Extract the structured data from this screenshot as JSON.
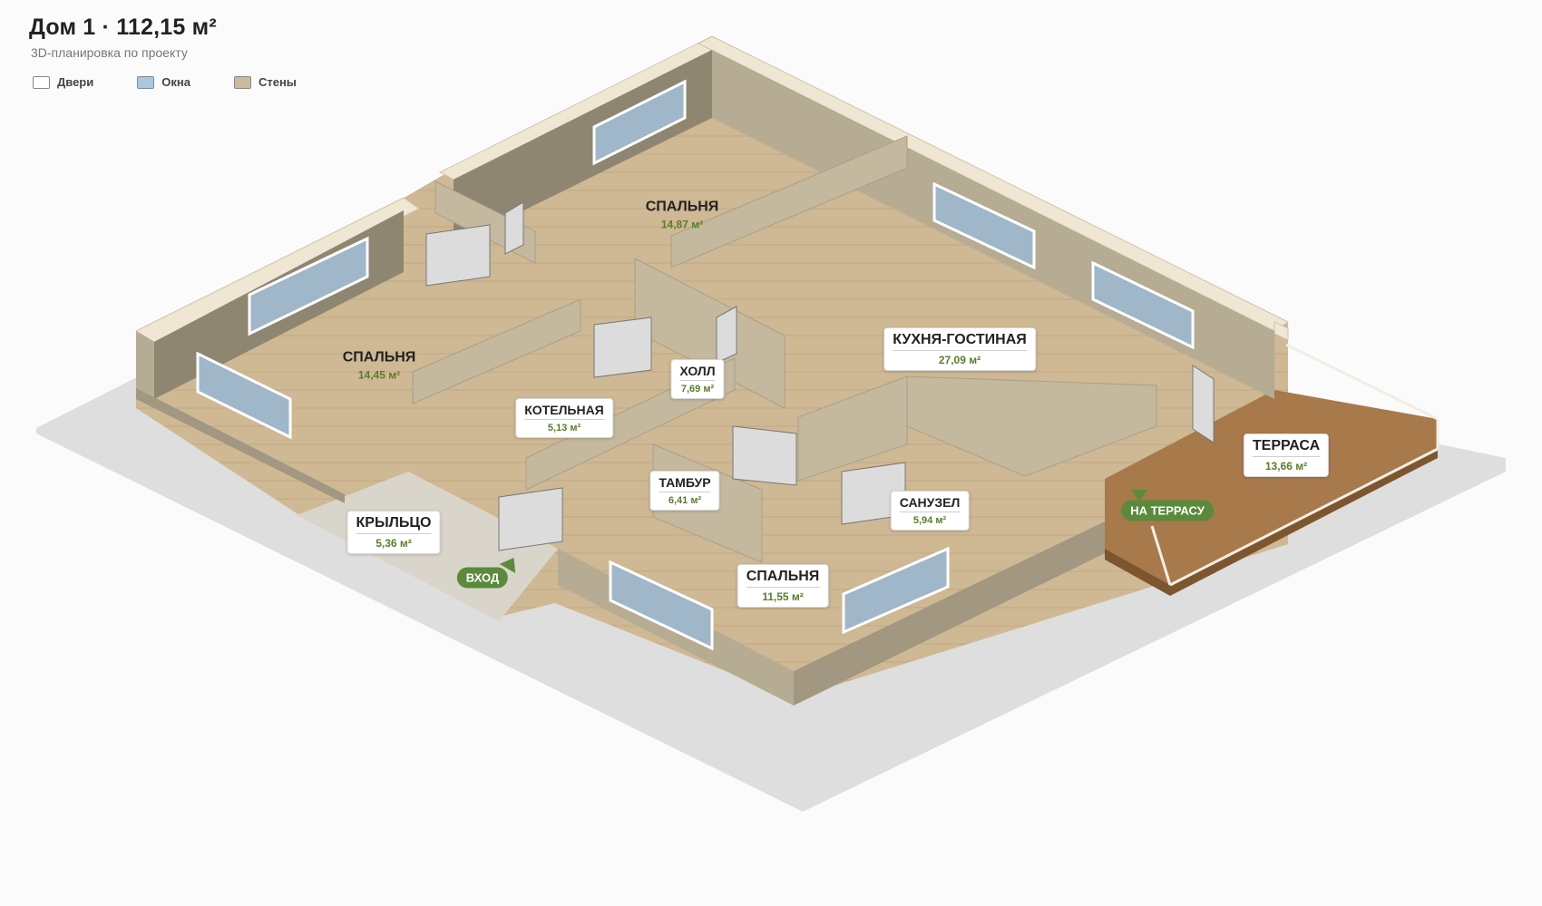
{
  "header": {
    "title": "Дом 1 · 112,15 м²",
    "subtitle": "3D-планировка по проекту"
  },
  "legend": [
    {
      "label": "Двери",
      "color": "#ffffff"
    },
    {
      "label": "Окна",
      "color": "#a9c8df"
    },
    {
      "label": "Стены",
      "color": "#cbbb9e"
    }
  ],
  "rooms": [
    {
      "name": "СПАЛЬНЯ",
      "area": "14,87 м²"
    },
    {
      "name": "СПАЛЬНЯ",
      "area": "14,45 м²"
    },
    {
      "name": "КУХНЯ-ГОСТИНАЯ",
      "area": "27,09 м²"
    },
    {
      "name": "ХОЛЛ",
      "area": "7,69 м²"
    },
    {
      "name": "КОТЕЛЬНАЯ",
      "area": "5,13 м²"
    },
    {
      "name": "ТАМБУР",
      "area": "6,41 м²"
    },
    {
      "name": "САНУЗЕЛ",
      "area": "5,94 м²"
    },
    {
      "name": "КРЫЛЬЦО",
      "area": "5,36 м²"
    },
    {
      "name": "СПАЛЬНЯ",
      "area": "11,55 м²"
    },
    {
      "name": "ТЕРРАСА",
      "area": "13,66 м²"
    }
  ],
  "markers": {
    "entrance": "ВХОД",
    "to_terrace": "НА ТЕРРАСУ"
  },
  "colors": {
    "floor_wood": "#cfb894",
    "wall_top": "#efe7d4",
    "wall_side": "#b6ab93",
    "wall_dark": "#8f8672",
    "window": "#9fb7c8",
    "terrace": "#a8794b",
    "ground": "#dedede",
    "marker": "#5b8a3c"
  }
}
